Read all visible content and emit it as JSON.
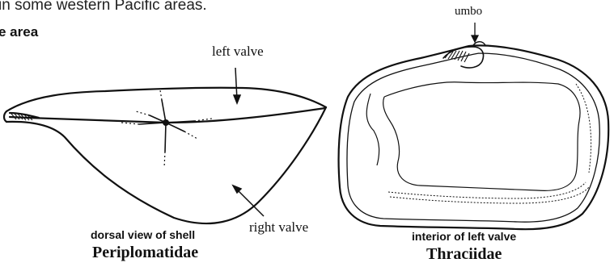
{
  "header": {
    "intro_text": "in some western Pacific areas.",
    "section_label": "e area"
  },
  "figures": [
    {
      "family": "Periplomatidae",
      "view": "dorsal view of shell",
      "labels": {
        "top": "left valve",
        "bottom": "right valve"
      }
    },
    {
      "family": "Thraciidae",
      "view": "interior of left valve",
      "labels": {
        "top": "umbo"
      }
    }
  ],
  "colors": {
    "ink": "#111111",
    "background": "#ffffff"
  }
}
